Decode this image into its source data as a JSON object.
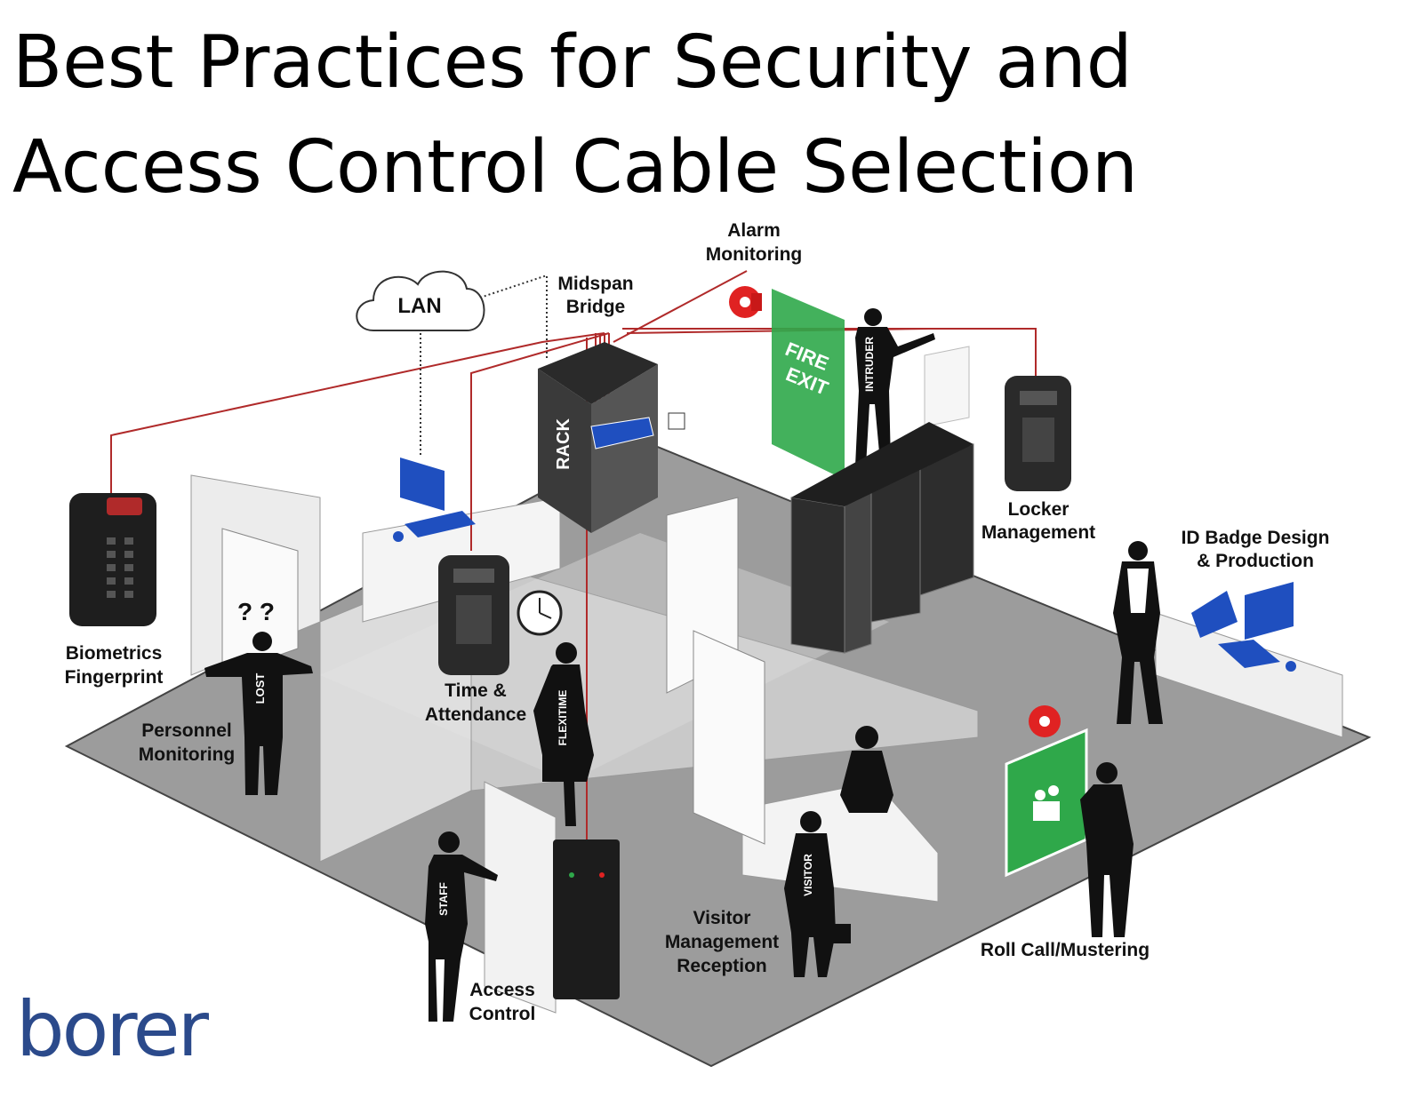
{
  "title": {
    "line1": "Best Practices for Security and",
    "line2": "Access Control Cable Selection"
  },
  "labels": {
    "lan": "LAN",
    "midspan_bridge": [
      "Midspan",
      "Bridge"
    ],
    "alarm_monitoring": [
      "Alarm",
      "Monitoring"
    ],
    "rack": "RACK",
    "fire_exit": [
      "FIRE",
      "EXIT"
    ],
    "intruder": "INTRUDER",
    "locker_management": [
      "Locker",
      "Management"
    ],
    "id_badge": [
      "ID Badge Design",
      "& Production"
    ],
    "biometrics": [
      "Biometrics",
      "Fingerprint"
    ],
    "time_attendance": [
      "Time &",
      "Attendance"
    ],
    "lost": "LOST",
    "question_marks": "? ?",
    "personnel_monitoring": [
      "Personnel",
      "Monitoring"
    ],
    "flexitime": "FLEXITIME",
    "visitor": "VISITOR",
    "staff": "STAFF",
    "visitor_management": [
      "Visitor",
      "Management",
      "Reception"
    ],
    "roll_call": "Roll Call/Mustering",
    "access_control": [
      "Access",
      "Control"
    ]
  },
  "logo": {
    "text": "borer",
    "color": "#2b4a8b"
  },
  "colors": {
    "cable": "#b02a2a",
    "floor": "#9a9a9a",
    "wall": "#e6e6e6",
    "device": "#2a2a2a",
    "computer": "#1f4fbf",
    "fire_exit": "#2fa84a",
    "alarm": "#e02222"
  }
}
